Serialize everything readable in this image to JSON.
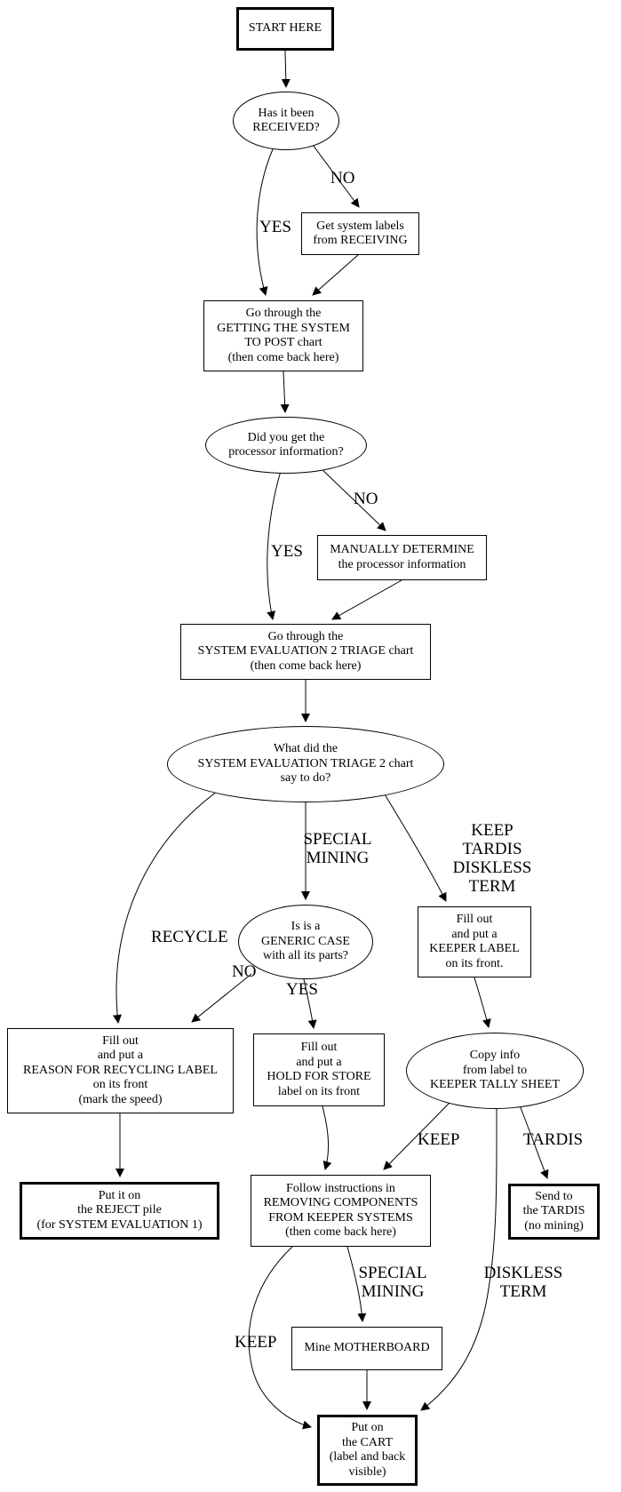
{
  "nodes": {
    "start": {
      "label": "START HERE"
    },
    "received": {
      "label": "Has it been\nRECEIVED?"
    },
    "get_labels": {
      "label": "Get system labels\nfrom RECEIVING"
    },
    "getting_post": {
      "label": "Go through the\nGETTING THE SYSTEM\nTO POST chart\n(then come back here)"
    },
    "did_processor": {
      "label": "Did you get the\nprocessor information?"
    },
    "manually": {
      "label": "MANUALLY DETERMINE\nthe processor information"
    },
    "triage2": {
      "label": "Go through the\nSYSTEM EVALUATION 2 TRIAGE chart\n(then come back here)"
    },
    "what_did": {
      "label": "What did the\nSYSTEM EVALUATION TRIAGE 2 chart\nsay to do?"
    },
    "generic_case": {
      "label": "Is is a\nGENERIC CASE\nwith all its parts?"
    },
    "keeper_label": {
      "label": "Fill out\nand put a\nKEEPER LABEL\non its front."
    },
    "reason_recycling": {
      "label": "Fill out\nand put a\nREASON FOR RECYCLING LABEL\non its front\n(mark the speed)"
    },
    "hold_store": {
      "label": "Fill out\nand put a\nHOLD FOR STORE\nlabel on its front"
    },
    "copy_info": {
      "label": "Copy info\nfrom label to\nKEEPER TALLY SHEET"
    },
    "reject_pile": {
      "label": "Put it on\nthe REJECT pile\n(for SYSTEM EVALUATION 1)"
    },
    "follow_instructions": {
      "label": "Follow instructions in\nREMOVING COMPONENTS\nFROM KEEPER SYSTEMS\n(then come back here)"
    },
    "send_tardis": {
      "label": "Send to\nthe TARDIS\n(no mining)"
    },
    "mine_motherboard": {
      "label": "Mine MOTHERBOARD"
    },
    "put_cart": {
      "label": "Put on\nthe CART\n(label and back\nvisible)"
    }
  },
  "edge_labels": {
    "no_received": "NO",
    "yes_received": "YES",
    "no_processor": "NO",
    "yes_processor": "YES",
    "recycle": "RECYCLE",
    "special_mining_1": "SPECIAL\nMINING",
    "keep_tardis_diskless": "KEEP\nTARDIS\nDISKLESS TERM",
    "no_generic": "NO",
    "yes_generic": "YES",
    "keep_1": "KEEP",
    "tardis": "TARDIS",
    "special_mining_2": "SPECIAL\nMINING",
    "diskless_term": "DISKLESS\nTERM",
    "keep_2": "KEEP"
  },
  "colors": {
    "stroke": "#000000",
    "background": "#ffffff"
  }
}
